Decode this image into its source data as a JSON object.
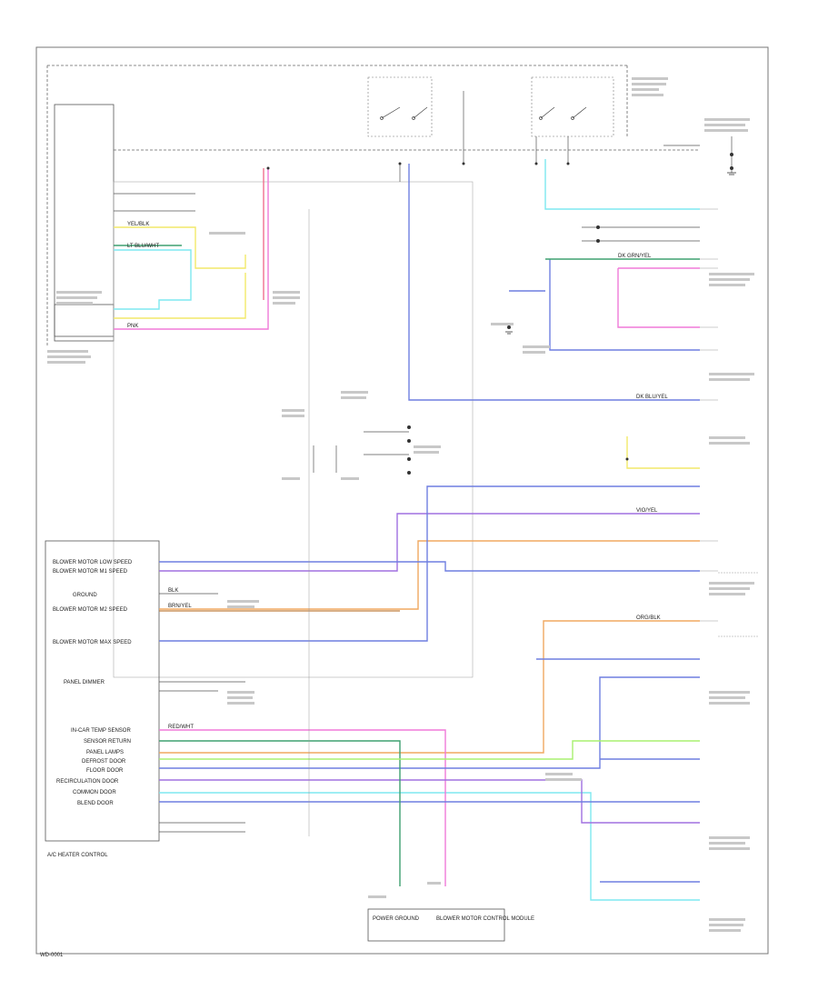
{
  "modules": {
    "atc_control_head": "A/C HEATER CONTROL",
    "blower_speed_labels": [
      "BLOWER MOTOR LOW SPEED",
      "BLOWER MOTOR M1 SPEED",
      "BLOWER MOTOR M2 SPEED",
      "BLOWER MOTOR MAX SPEED"
    ],
    "ground": "GROUND",
    "illum_label": "PANEL DIMMER",
    "mode_labels": [
      "IN-CAR TEMP SENSOR",
      "SENSOR RETURN",
      "PANEL LAMPS",
      "DEFROST DOOR",
      "FLOOR DOOR",
      "RECIRCULATION DOOR",
      "COMMON DOOR",
      "BLEND DOOR"
    ],
    "bottom_module": "BLOWER MOTOR CONTROL MODULE",
    "bottom_sub": "POWER GROUND",
    "fig_id": "WD-0001"
  },
  "wires": {
    "lt_blu": "LT BLU/WHT",
    "yel": "YEL/BLK",
    "org": "ORG/BLK",
    "pnk": "PNK",
    "vio": "VIO/YEL",
    "dk_blu": "DK BLU/YEL",
    "brn": "BRN/YEL",
    "grn": "DK GRN/YEL",
    "red": "RED/WHT",
    "blk": "BLK"
  },
  "icons": {
    "ground": "ground-icon",
    "switch": "relay-switch-icon",
    "connector": "connector-icon"
  },
  "colors": {
    "lt_blue": "#7ee8f0",
    "yellow": "#f2e96a",
    "orange": "#f0a860",
    "pink": "#f07ad8",
    "violet": "#a070e0",
    "blue": "#6f7fe0",
    "green": "#3fa070",
    "red": "#f07090",
    "lime": "#a8f070",
    "line": "#555555"
  }
}
